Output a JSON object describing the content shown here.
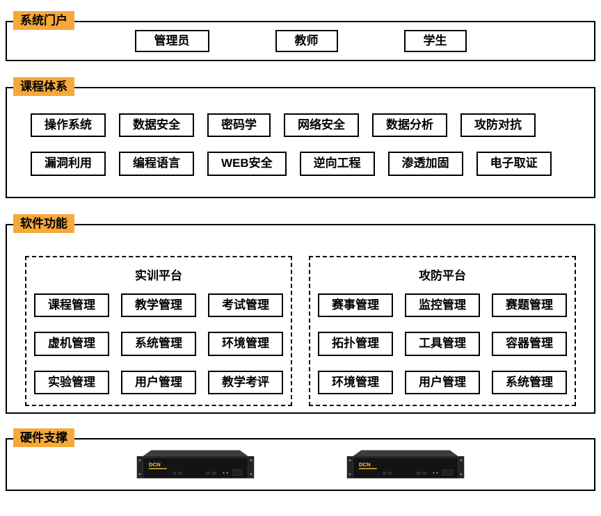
{
  "colors": {
    "accent": "#F6A93B",
    "border": "#000000",
    "server_brand_color": "#FFD53E"
  },
  "sections": {
    "portal": {
      "label": "系统门户",
      "items": [
        "管理员",
        "教师",
        "学生"
      ]
    },
    "courses": {
      "label": "课程体系",
      "rows": [
        [
          "操作系统",
          "数据安全",
          "密码学",
          "网络安全",
          "数据分析",
          "攻防对抗"
        ],
        [
          "漏洞利用",
          "编程语言",
          "WEB安全",
          "逆向工程",
          "渗透加固",
          "电子取证"
        ]
      ]
    },
    "software": {
      "label": "软件功能",
      "platforms": [
        {
          "title": "实训平台",
          "items": [
            "课程管理",
            "教学管理",
            "考试管理",
            "虚机管理",
            "系统管理",
            "环境管理",
            "实验管理",
            "用户管理",
            "教学考评"
          ]
        },
        {
          "title": "攻防平台",
          "items": [
            "赛事管理",
            "监控管理",
            "赛题管理",
            "拓扑管理",
            "工具管理",
            "容器管理",
            "环境管理",
            "用户管理",
            "系统管理"
          ]
        }
      ]
    },
    "hardware": {
      "label": "硬件支撑",
      "server_brand": "DCN"
    }
  }
}
